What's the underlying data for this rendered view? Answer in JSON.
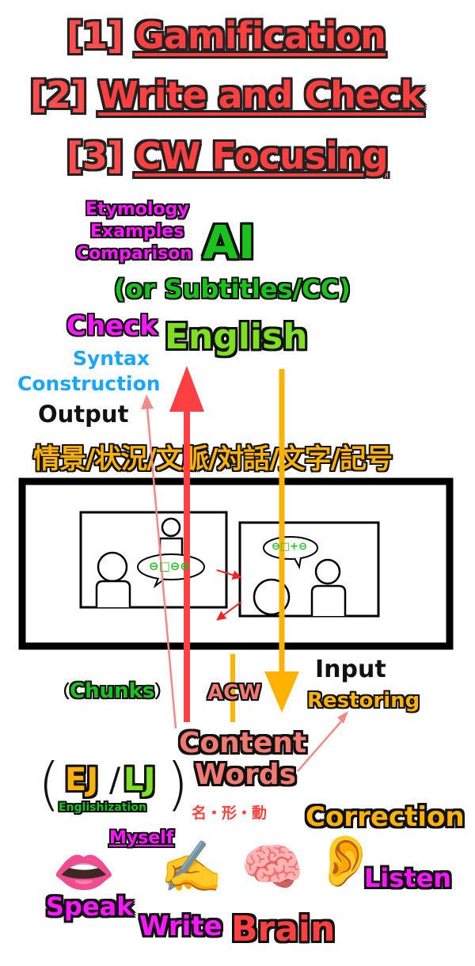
{
  "titles": [
    {
      "num": "[1]",
      "text": "Gamification"
    },
    {
      "num": "[2]",
      "text": "Write and Check"
    },
    {
      "num": "[3]",
      "text": "CW Focusing"
    }
  ],
  "ai_block": {
    "etymology": "Etymology",
    "examples": "Examples",
    "comparison": "Comparison",
    "ai": "AI",
    "subtitles": "(or Subtitles/CC)"
  },
  "check_block": {
    "check": "Check",
    "syntax": "Syntax",
    "construction": "Construction",
    "output": "Output",
    "english": "English"
  },
  "context_line": "情景/状況/文脈/対話/文字/記号",
  "scene": {
    "left_bubble": "⊖□⊖⊖",
    "right_bubble": "⊖□+⊖"
  },
  "lower": {
    "chunks_open": "（",
    "chunks": "Chunks",
    "chunks_close": "）",
    "acw": "ACW",
    "input": "Input",
    "restoring": "Restoring",
    "content": "Content",
    "words": "Words",
    "pos": "名・形・動",
    "paren_open": "(",
    "paren_close": ")",
    "ej": "EJ",
    "slash": "/",
    "lj": "LJ",
    "englishization": "Englishization",
    "correction": "Correction",
    "myself": "Myself"
  },
  "bottom": {
    "lips_icon": "👄",
    "write_icon": "✍️",
    "brain_icon": "🧠",
    "ear_icon": "👂",
    "speak": "Speak",
    "write": "Write",
    "brain": "Brain",
    "listen": "Listen"
  },
  "colors": {
    "red_arrow": "#ff4040",
    "orange_arrow": "#ffb300",
    "pink_arrow": "#f48a86"
  }
}
